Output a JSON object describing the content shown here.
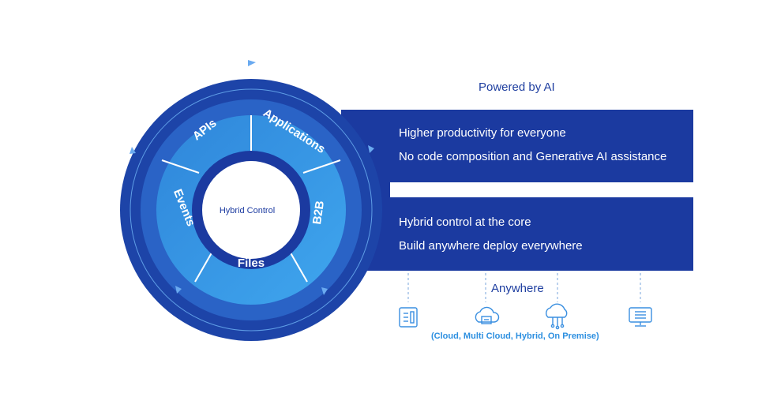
{
  "heading": "Powered by AI",
  "band_top": {
    "line1": "Higher productivity for everyone",
    "line2": "No code composition and Generative AI assistance"
  },
  "band_bottom": {
    "line1": "Hybrid control at the core",
    "line2": "Build anywhere deploy everywhere"
  },
  "wheel": {
    "center": "Hybrid Control",
    "segments": [
      "APIs",
      "Applications",
      "B2B",
      "Files",
      "Events"
    ]
  },
  "anywhere": {
    "title": "Anywhere",
    "caption": "(Cloud, Multi Cloud, Hybrid, On Premise)",
    "icons": [
      "server-rack-icon",
      "cloud-storage-icon",
      "cloud-network-icon",
      "monitor-list-icon"
    ]
  },
  "colors": {
    "navy": "#1b3aa0",
    "ring_outer": "#1d44a8",
    "ring_mid": "#2a63c6",
    "segment_light": "#3aa0ea",
    "accent_text": "#2c8fe0"
  }
}
